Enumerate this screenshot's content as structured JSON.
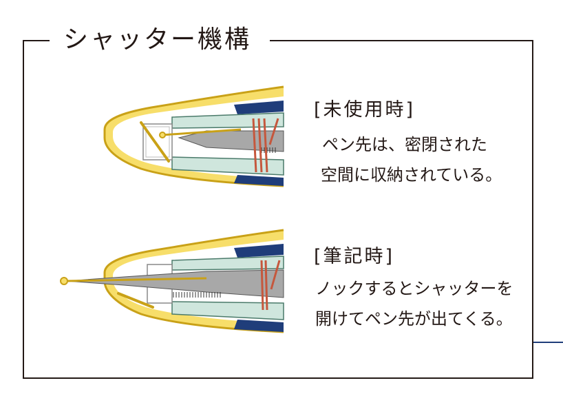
{
  "title": "シャッター機構",
  "colors": {
    "barrel_outline": "#C9A117",
    "barrel_fill": "#F7DE6A",
    "inner_fill": "#CFE6DD",
    "inner_outline": "#4A7A6A",
    "navy": "#1F3D7A",
    "spring": "#C5573D",
    "nib": "#A8A8A8",
    "frame": "#231815"
  },
  "sections": [
    {
      "heading": "[未使用時]",
      "lines": [
        "ペン先は、密閉された",
        "空間に収納されている。"
      ],
      "state": "closed"
    },
    {
      "heading": "[筆記時]",
      "lines": [
        "ノックするとシャッターを",
        "開けてペン先が出てくる。"
      ],
      "state": "open"
    }
  ]
}
